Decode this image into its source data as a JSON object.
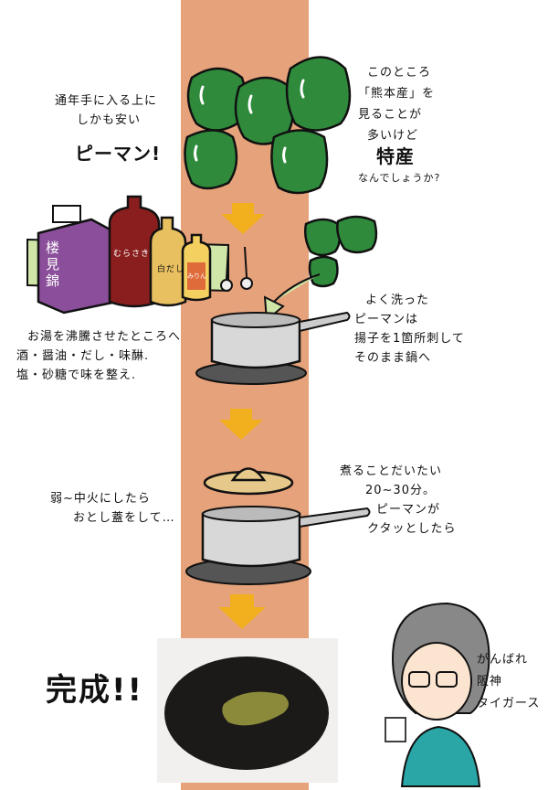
{
  "intro_left": {
    "line1": "通年手に入る上に",
    "line2": "しかも安い",
    "title": "ピーマン!"
  },
  "intro_right": {
    "line1": "このところ",
    "line2": "「熊本産」を",
    "line3": "見ることが",
    "line4": "多いけど",
    "line5": "特産",
    "line6": "なんでしょうか?"
  },
  "ingredients": {
    "carton_label": "楼見錦",
    "bottle1_label": "むらさき",
    "bottle2_label": "白だし",
    "bottle3_label": "みりん"
  },
  "step1_left": {
    "line1": "お湯を沸騰させたところへ",
    "line2": "酒・醤油・だし・味醂.",
    "line3": "塩・砂糖で味を整え."
  },
  "step1_right": {
    "line1": "よく洗った",
    "line2": "ピーマンは",
    "line3": "揚子を1箇所刺して",
    "line4": "そのまま鍋へ"
  },
  "step2_left": {
    "line1": "弱~中火にしたら",
    "line2": "おとし蓋をして…"
  },
  "step2_right": {
    "line1": "煮ることだいたい",
    "line2": "20~30分。",
    "line3": "ピーマンが",
    "line4": "クタッとしたら"
  },
  "finish": {
    "title": "完成!!"
  },
  "cheer": {
    "line1": "がんばれ",
    "line2": "阪神",
    "line3": "タイガース"
  },
  "colors": {
    "stripe": "#e6a27a",
    "arrow": "#f2b01e",
    "pepper": "#2f8a3c",
    "band": "#cfe6a8",
    "carton": "#8a4e9a",
    "shirt": "#2aa6a6"
  }
}
